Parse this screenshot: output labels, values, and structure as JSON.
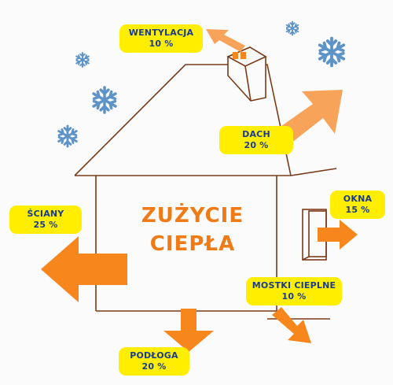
{
  "title": {
    "line1": "ZUŻYCIE",
    "line2": "CIEPŁA"
  },
  "labels": {
    "wentylacja": {
      "name": "WENTYLACJA",
      "value": "10 %"
    },
    "dach": {
      "name": "DACH",
      "value": "20 %"
    },
    "okna": {
      "name": "OKNA",
      "value": "15 %"
    },
    "sciany": {
      "name": "ŚCIANY",
      "value": "25 %"
    },
    "mostki": {
      "name": "MOSTKI CIEPLNE",
      "value": "10 %"
    },
    "podloga": {
      "name": "PODŁOGA",
      "value": "20 %"
    }
  },
  "colors": {
    "label_bg": "#ffee00",
    "label_text": "#1a3b8f",
    "title": "#f07b16",
    "house_line": "#7a3b1a",
    "arrow_dark": "#f7861d",
    "arrow_light": "#f8a35a",
    "snowflake": "#5e93c8"
  },
  "icons": [
    "snowflake-icon",
    "arrow-icon",
    "chimney-icon",
    "window-icon"
  ]
}
